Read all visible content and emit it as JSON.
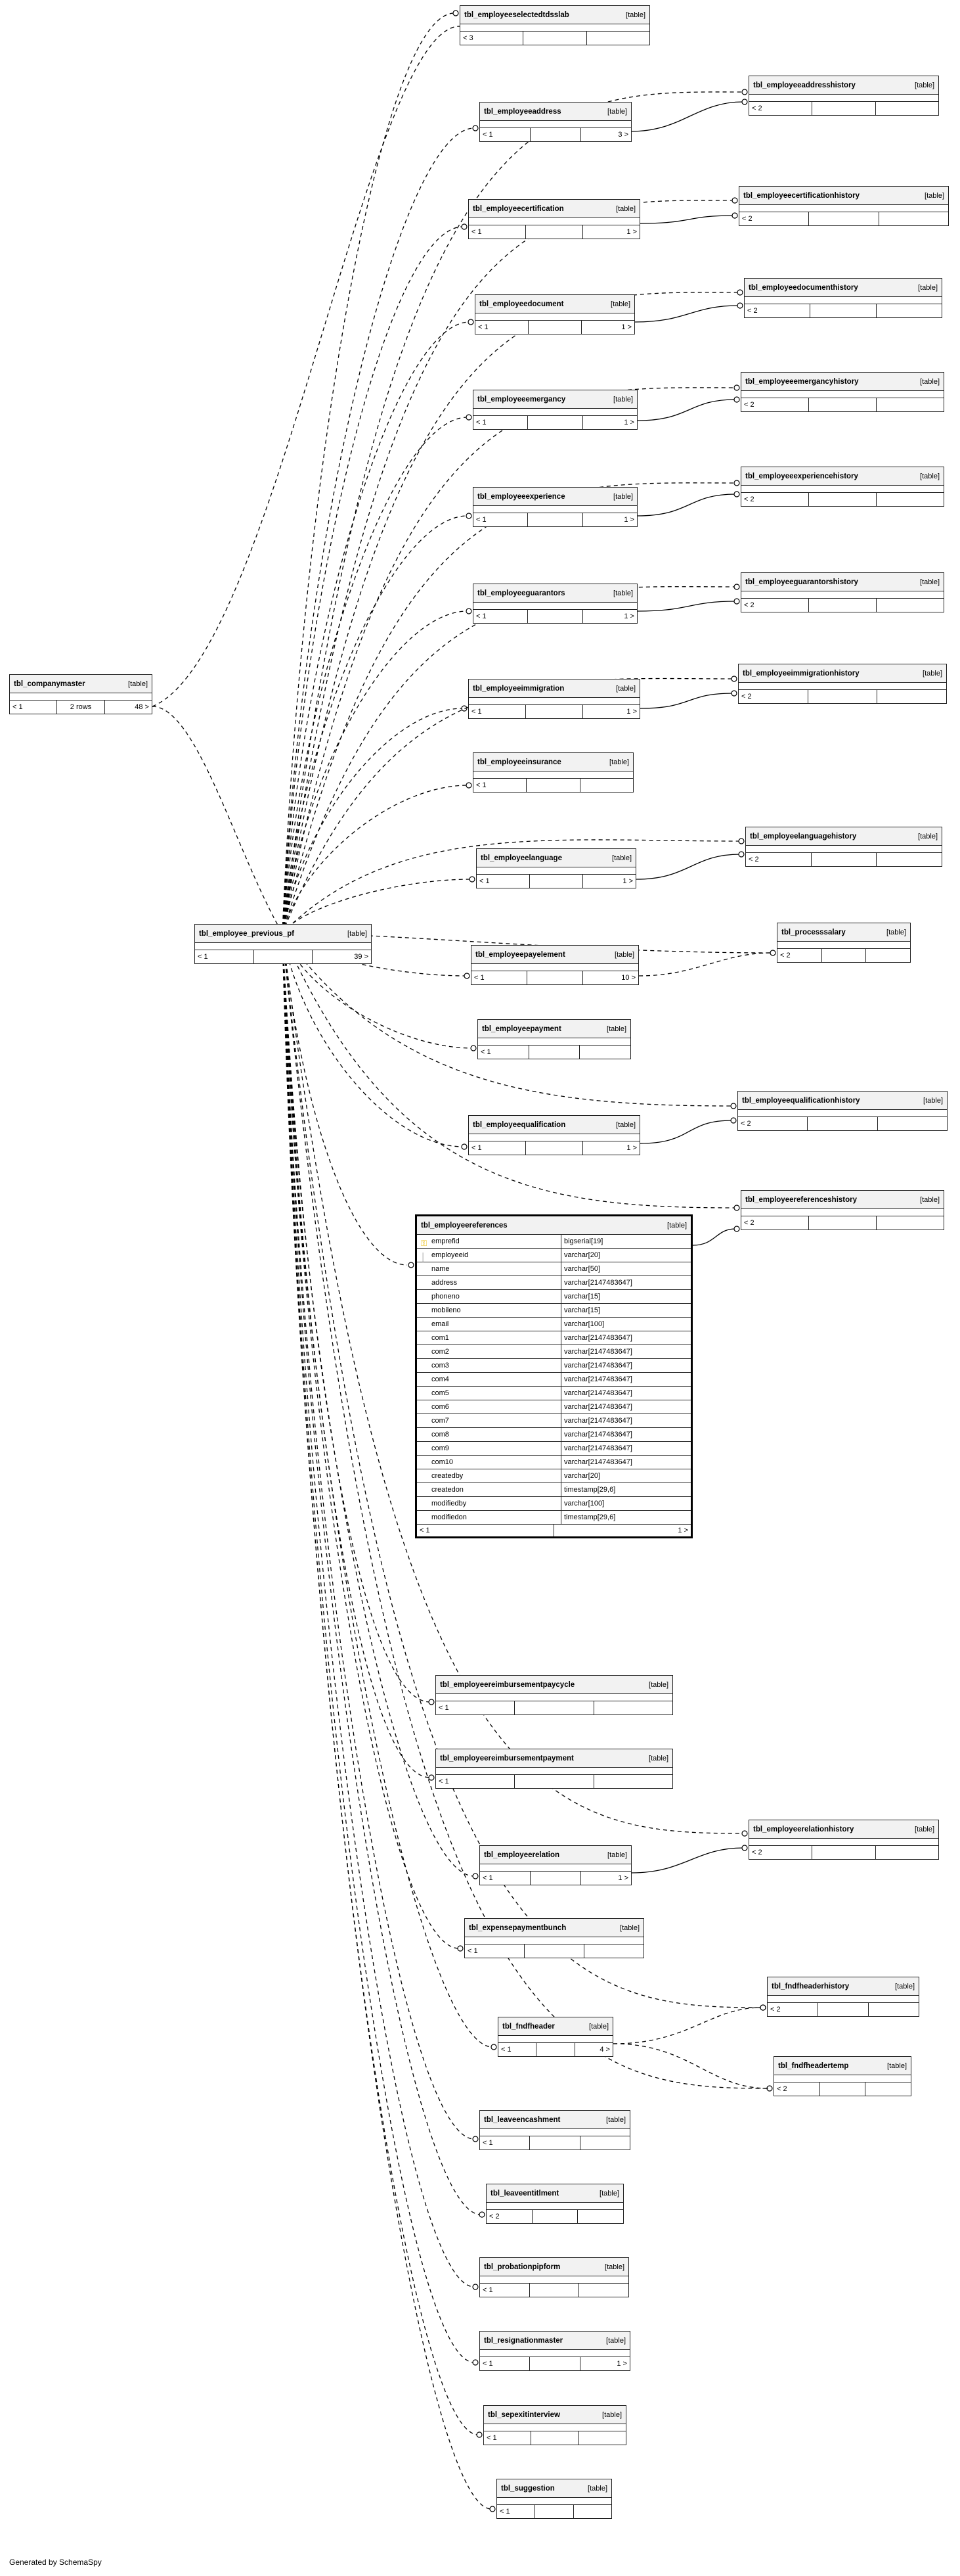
{
  "tables": [
    {
      "id": "tbl_employeeselectedtdsslab",
      "label": "[table]",
      "footer": [
        "< 3",
        "",
        ""
      ]
    },
    {
      "id": "tbl_employeeaddresshistory",
      "label": "[table]",
      "footer": [
        "< 2",
        "",
        ""
      ]
    },
    {
      "id": "tbl_employeeaddress",
      "label": "[table]",
      "footer": [
        "< 1",
        "",
        "3 >"
      ]
    },
    {
      "id": "tbl_employeecertificationhistory",
      "label": "[table]",
      "footer": [
        "< 2",
        "",
        ""
      ]
    },
    {
      "id": "tbl_employeecertification",
      "label": "[table]",
      "footer": [
        "< 1",
        "",
        "1 >"
      ]
    },
    {
      "id": "tbl_employeedocumenthistory",
      "label": "[table]",
      "footer": [
        "< 2",
        "",
        ""
      ]
    },
    {
      "id": "tbl_employeedocument",
      "label": "[table]",
      "footer": [
        "< 1",
        "",
        "1 >"
      ]
    },
    {
      "id": "tbl_employeeemergancyhistory",
      "label": "[table]",
      "footer": [
        "< 2",
        "",
        ""
      ]
    },
    {
      "id": "tbl_employeeemergancy",
      "label": "[table]",
      "footer": [
        "< 1",
        "",
        "1 >"
      ]
    },
    {
      "id": "tbl_employeeexperiencehistory",
      "label": "[table]",
      "footer": [
        "< 2",
        "",
        ""
      ]
    },
    {
      "id": "tbl_employeeexperience",
      "label": "[table]",
      "footer": [
        "< 1",
        "",
        "1 >"
      ]
    },
    {
      "id": "tbl_employeeguarantorshistory",
      "label": "[table]",
      "footer": [
        "< 2",
        "",
        ""
      ]
    },
    {
      "id": "tbl_employeeguarantors",
      "label": "[table]",
      "footer": [
        "< 1",
        "",
        "1 >"
      ]
    },
    {
      "id": "tbl_employeeimmigrationhistory",
      "label": "[table]",
      "footer": [
        "< 2",
        "",
        ""
      ]
    },
    {
      "id": "tbl_employeeimmigration",
      "label": "[table]",
      "footer": [
        "< 1",
        "",
        "1 >"
      ]
    },
    {
      "id": "tbl_companymaster",
      "label": "[table]",
      "footer": [
        "< 1",
        "2 rows",
        "48 >"
      ]
    },
    {
      "id": "tbl_employeeinsurance",
      "label": "[table]",
      "footer": [
        "< 1",
        "",
        ""
      ]
    },
    {
      "id": "tbl_employeelanguagehistory",
      "label": "[table]",
      "footer": [
        "< 2",
        "",
        ""
      ]
    },
    {
      "id": "tbl_employeelanguage",
      "label": "[table]",
      "footer": [
        "< 1",
        "",
        "1 >"
      ]
    },
    {
      "id": "tbl_employee_previous_pf",
      "label": "[table]",
      "footer": [
        "< 1",
        "",
        "39 >"
      ]
    },
    {
      "id": "tbl_processsalary",
      "label": "[table]",
      "footer": [
        "< 2",
        "",
        ""
      ]
    },
    {
      "id": "tbl_employeepayelement",
      "label": "[table]",
      "footer": [
        "< 1",
        "",
        "10 >"
      ]
    },
    {
      "id": "tbl_employeepayment",
      "label": "[table]",
      "footer": [
        "< 1",
        "",
        ""
      ]
    },
    {
      "id": "tbl_employeequalificationhistory",
      "label": "[table]",
      "footer": [
        "< 2",
        "",
        ""
      ]
    },
    {
      "id": "tbl_employeequalification",
      "label": "[table]",
      "footer": [
        "< 1",
        "",
        "1 >"
      ]
    },
    {
      "id": "tbl_employeereferenceshistory",
      "label": "[table]",
      "footer": [
        "< 2",
        "",
        ""
      ]
    },
    {
      "id": "tbl_employeereimbursementpaycycle",
      "label": "[table]",
      "footer": [
        "< 1",
        "",
        ""
      ]
    },
    {
      "id": "tbl_employeereimbursementpayment",
      "label": "[table]",
      "footer": [
        "< 1",
        "",
        ""
      ]
    },
    {
      "id": "tbl_employeerelationhistory",
      "label": "[table]",
      "footer": [
        "< 2",
        "",
        ""
      ]
    },
    {
      "id": "tbl_employeerelation",
      "label": "[table]",
      "footer": [
        "< 1",
        "",
        "1 >"
      ]
    },
    {
      "id": "tbl_expensepaymentbunch",
      "label": "[table]",
      "footer": [
        "< 1",
        "",
        ""
      ]
    },
    {
      "id": "tbl_fndfheaderhistory",
      "label": "[table]",
      "footer": [
        "< 2",
        "",
        ""
      ]
    },
    {
      "id": "tbl_fndfheader",
      "label": "[table]",
      "footer": [
        "< 1",
        "",
        "4 >"
      ]
    },
    {
      "id": "tbl_fndfheadertemp",
      "label": "[table]",
      "footer": [
        "< 2",
        "",
        ""
      ]
    },
    {
      "id": "tbl_leaveencashment",
      "label": "[table]",
      "footer": [
        "< 1",
        "",
        ""
      ]
    },
    {
      "id": "tbl_leaveentitlment",
      "label": "[table]",
      "footer": [
        "< 2",
        "",
        ""
      ]
    },
    {
      "id": "tbl_probationpipform",
      "label": "[table]",
      "footer": [
        "< 1",
        "",
        ""
      ]
    },
    {
      "id": "tbl_resignationmaster",
      "label": "[table]",
      "footer": [
        "< 1",
        "",
        "1 >"
      ]
    },
    {
      "id": "tbl_sepexitinterview",
      "label": "[table]",
      "footer": [
        "< 1",
        "",
        ""
      ]
    },
    {
      "id": "tbl_suggestion",
      "label": "[table]",
      "footer": [
        "< 1",
        "",
        ""
      ]
    }
  ],
  "focus": {
    "name": "tbl_employeereferences",
    "label": "[table]",
    "columns": [
      {
        "name": "emprefid",
        "type": "bigserial[19]",
        "key": "pk"
      },
      {
        "name": "employeeid",
        "type": "varchar[20]",
        "key": "fk"
      },
      {
        "name": "name",
        "type": "varchar[50]",
        "key": ""
      },
      {
        "name": "address",
        "type": "varchar[2147483647]",
        "key": ""
      },
      {
        "name": "phoneno",
        "type": "varchar[15]",
        "key": ""
      },
      {
        "name": "mobileno",
        "type": "varchar[15]",
        "key": ""
      },
      {
        "name": "email",
        "type": "varchar[100]",
        "key": ""
      },
      {
        "name": "com1",
        "type": "varchar[2147483647]",
        "key": ""
      },
      {
        "name": "com2",
        "type": "varchar[2147483647]",
        "key": ""
      },
      {
        "name": "com3",
        "type": "varchar[2147483647]",
        "key": ""
      },
      {
        "name": "com4",
        "type": "varchar[2147483647]",
        "key": ""
      },
      {
        "name": "com5",
        "type": "varchar[2147483647]",
        "key": ""
      },
      {
        "name": "com6",
        "type": "varchar[2147483647]",
        "key": ""
      },
      {
        "name": "com7",
        "type": "varchar[2147483647]",
        "key": ""
      },
      {
        "name": "com8",
        "type": "varchar[2147483647]",
        "key": ""
      },
      {
        "name": "com9",
        "type": "varchar[2147483647]",
        "key": ""
      },
      {
        "name": "com10",
        "type": "varchar[2147483647]",
        "key": ""
      },
      {
        "name": "createdby",
        "type": "varchar[20]",
        "key": ""
      },
      {
        "name": "createdon",
        "type": "timestamp[29,6]",
        "key": ""
      },
      {
        "name": "modifiedby",
        "type": "varchar[100]",
        "key": ""
      },
      {
        "name": "modifiedon",
        "type": "timestamp[29,6]",
        "key": ""
      }
    ],
    "footer": [
      "< 1",
      "1 >"
    ]
  },
  "credit": "Generated by SchemaSpy",
  "icons": {
    "pk": "key-icon",
    "fk": "foreign-key-icon"
  }
}
